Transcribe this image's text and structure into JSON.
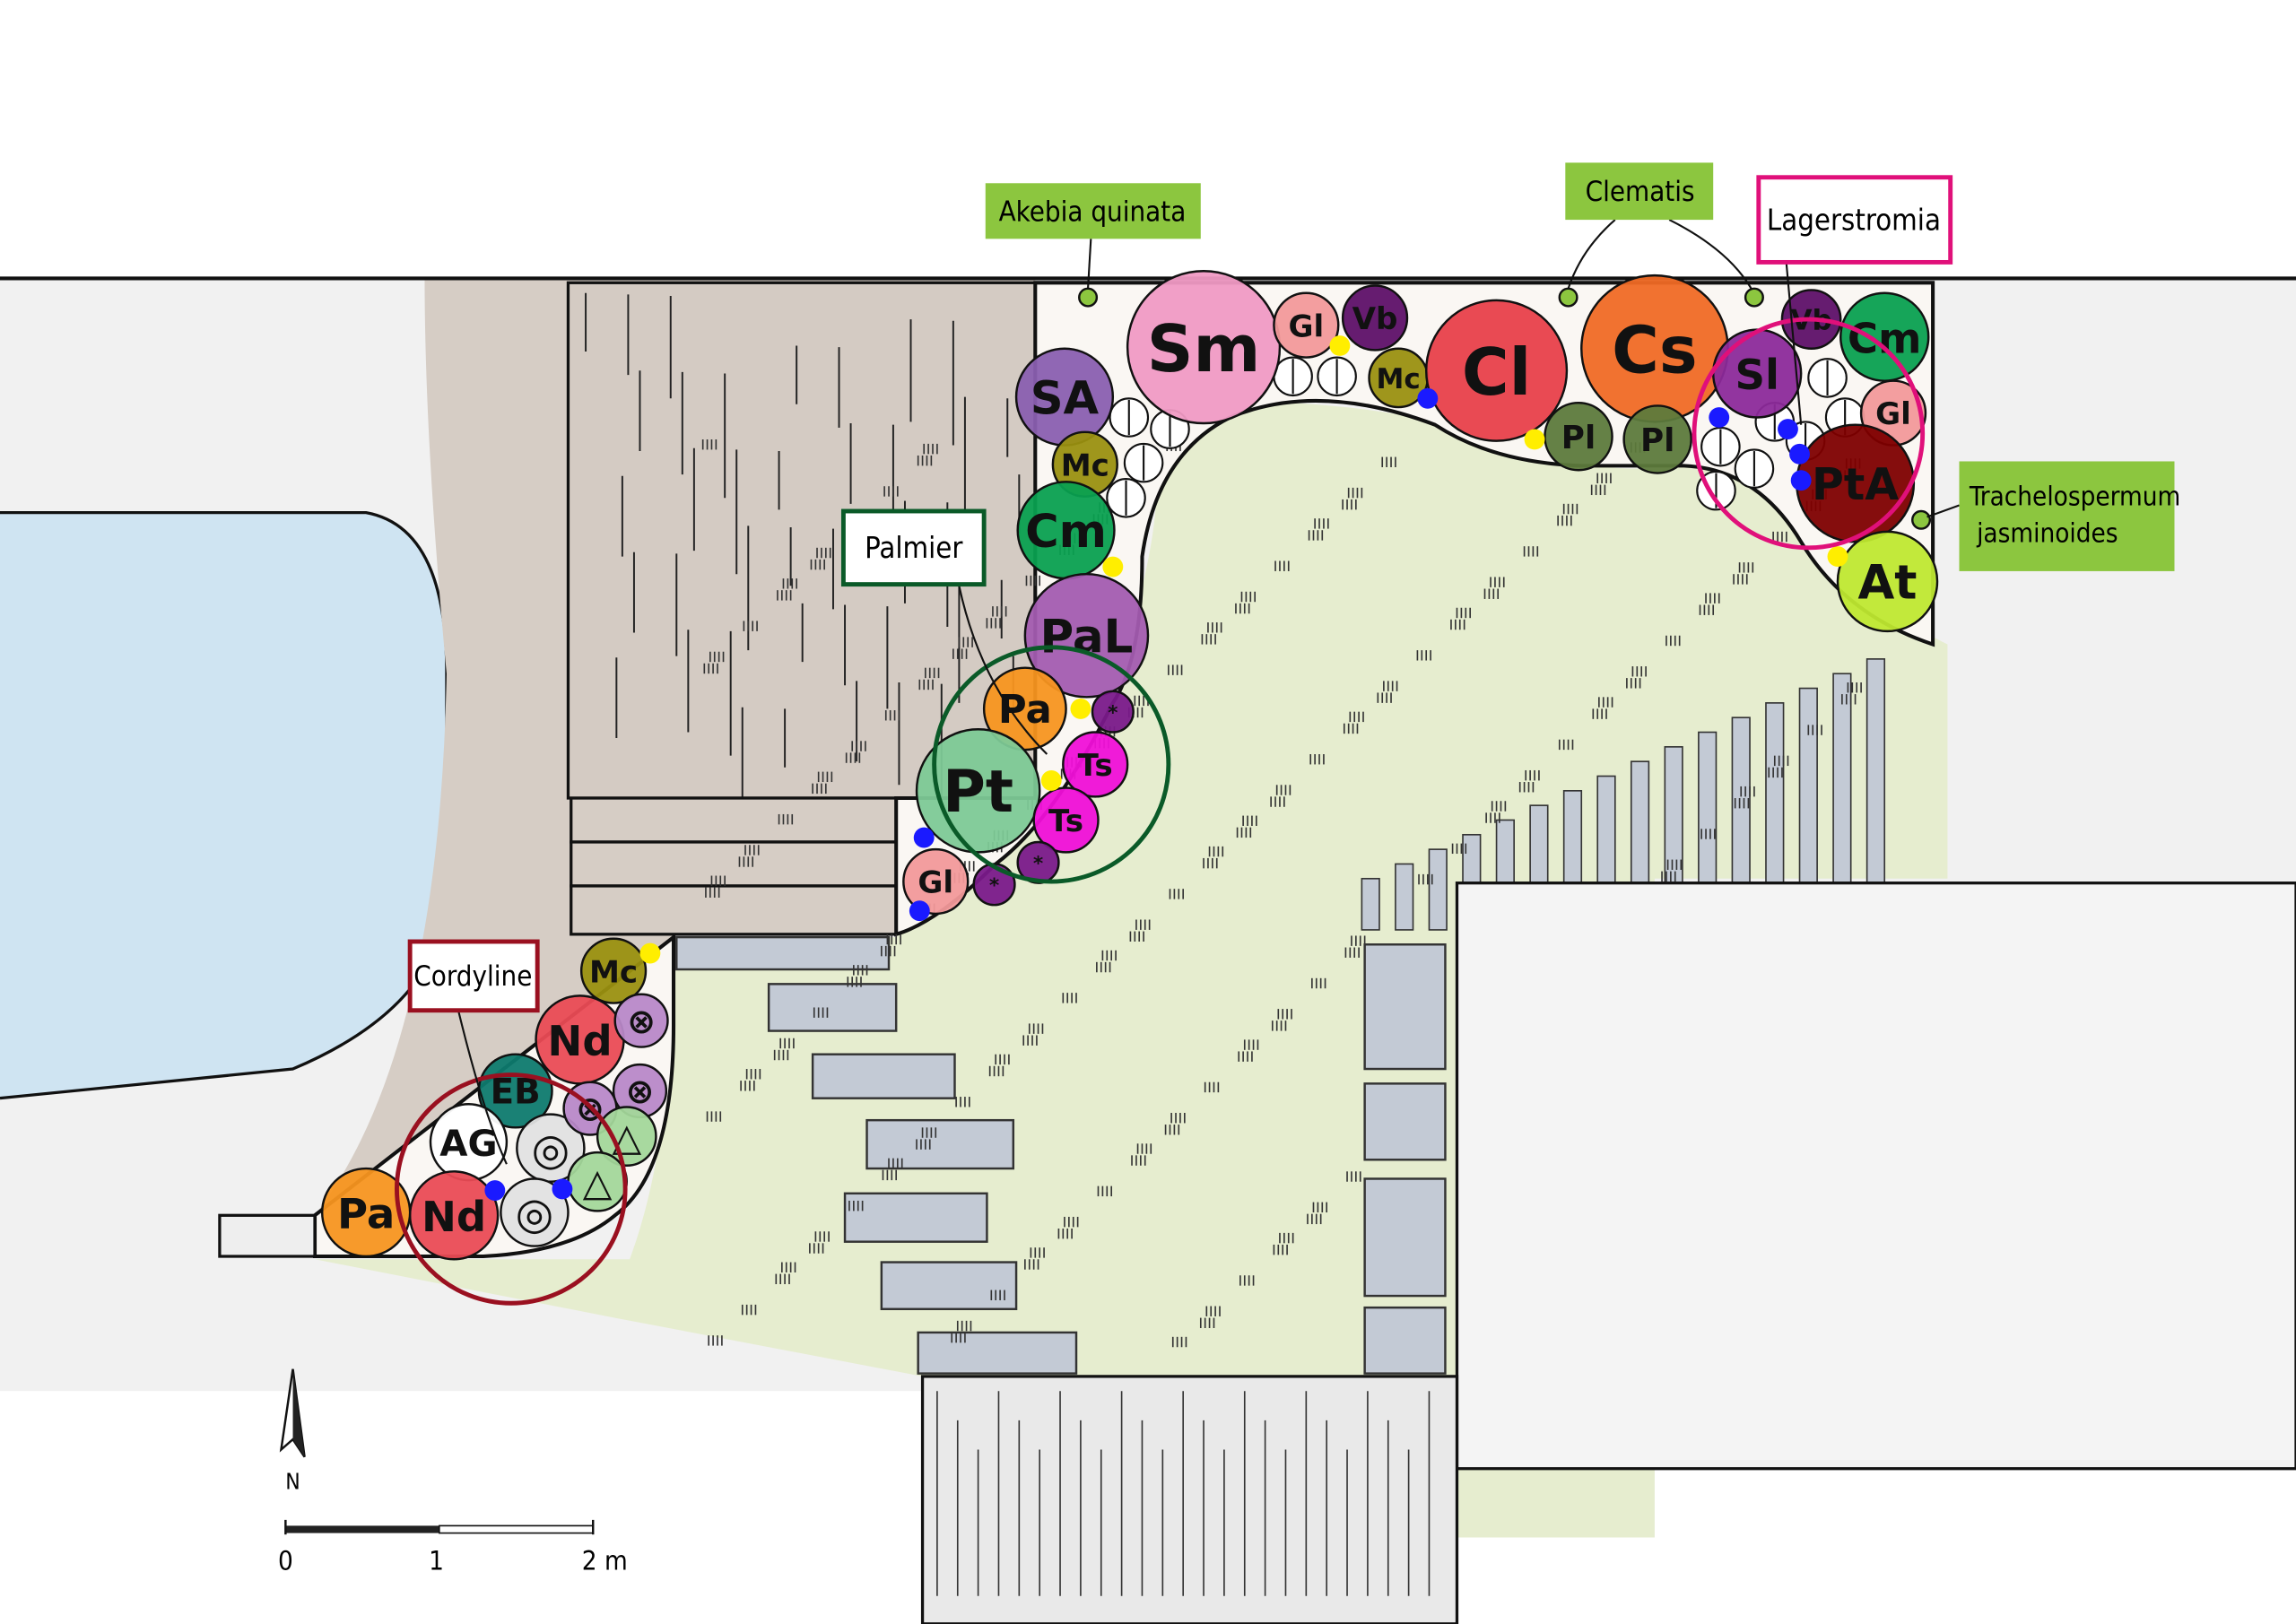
{
  "title_labels": {
    "akebia": "Akebia quinata",
    "clematis": "Clematis",
    "lagerstromia": "Lagerstromia",
    "trachelospermum_1": "Trachelospermum",
    "trachelospermum_2": "jasminoides",
    "palmier": "Palmier",
    "cordyline": "Cordyline"
  },
  "scale_bar": {
    "zero": "0",
    "one": "1",
    "two": "2 m"
  },
  "north": "N",
  "colors": {
    "label_green": "#8cc63f",
    "lagerstromia_border": "#e0107a",
    "palmier_border": "#0a5a28",
    "cordyline_border": "#9a1020",
    "lawn": "#e6edcf",
    "deck": "#d6cdc5",
    "water": "#cfe4f2"
  },
  "plants": [
    {
      "label": "Sm",
      "color": "#f09ac4"
    },
    {
      "label": "Gl",
      "color": "#f2999a"
    },
    {
      "label": "Vb",
      "color": "#5e1068"
    },
    {
      "label": "Mc",
      "color": "#9a9010"
    },
    {
      "label": "Cl",
      "color": "#e8404a"
    },
    {
      "label": "Cs",
      "color": "#f06a25"
    },
    {
      "label": "Pl",
      "color": "#5d7a3c"
    },
    {
      "label": "Pl",
      "color": "#5d7a3c"
    },
    {
      "label": "Sl",
      "color": "#8c2a9a"
    },
    {
      "label": "Vb",
      "color": "#5e1068"
    },
    {
      "label": "Cm",
      "color": "#0aa050"
    },
    {
      "label": "Gl",
      "color": "#f2999a"
    },
    {
      "label": "PtA",
      "color": "#7e0000"
    },
    {
      "label": "At",
      "color": "#bfe830"
    },
    {
      "label": "SA",
      "color": "#8a5fb0"
    },
    {
      "label": "Mc",
      "color": "#9a9010"
    },
    {
      "label": "Cm",
      "color": "#0aa050"
    },
    {
      "label": "PaL",
      "color": "#a35cb0"
    },
    {
      "label": "Pa",
      "color": "#f79520"
    },
    {
      "label": "Pt",
      "color": "#7dc996"
    },
    {
      "label": "Ts",
      "color": "#f010d8"
    },
    {
      "label": "Ts",
      "color": "#f010d8"
    },
    {
      "label": "Gl",
      "color": "#f2999a"
    },
    {
      "label": "*",
      "color": "#7a1a8a"
    },
    {
      "label": "*",
      "color": "#7a1a8a"
    },
    {
      "label": "*",
      "color": "#7a1a8a"
    },
    {
      "label": "Mc",
      "color": "#9a9010"
    },
    {
      "label": "Nd",
      "color": "#ea4b55"
    },
    {
      "label": "EB",
      "color": "#0e7a6e"
    },
    {
      "label": "AG",
      "color": "#ffffff"
    },
    {
      "label": "Nd",
      "color": "#ea4b55"
    },
    {
      "label": "Pa",
      "color": "#f79520"
    },
    {
      "label": "◎",
      "color": "#e2e2e2"
    },
    {
      "label": "◎",
      "color": "#e2e2e2"
    },
    {
      "label": "⊗",
      "color": "#b888c8"
    },
    {
      "label": "⊗",
      "color": "#b888c8"
    },
    {
      "label": "⊗",
      "color": "#b888c8"
    },
    {
      "label": "△",
      "color": "#a3d79a"
    },
    {
      "label": "△",
      "color": "#a3d79a"
    }
  ]
}
